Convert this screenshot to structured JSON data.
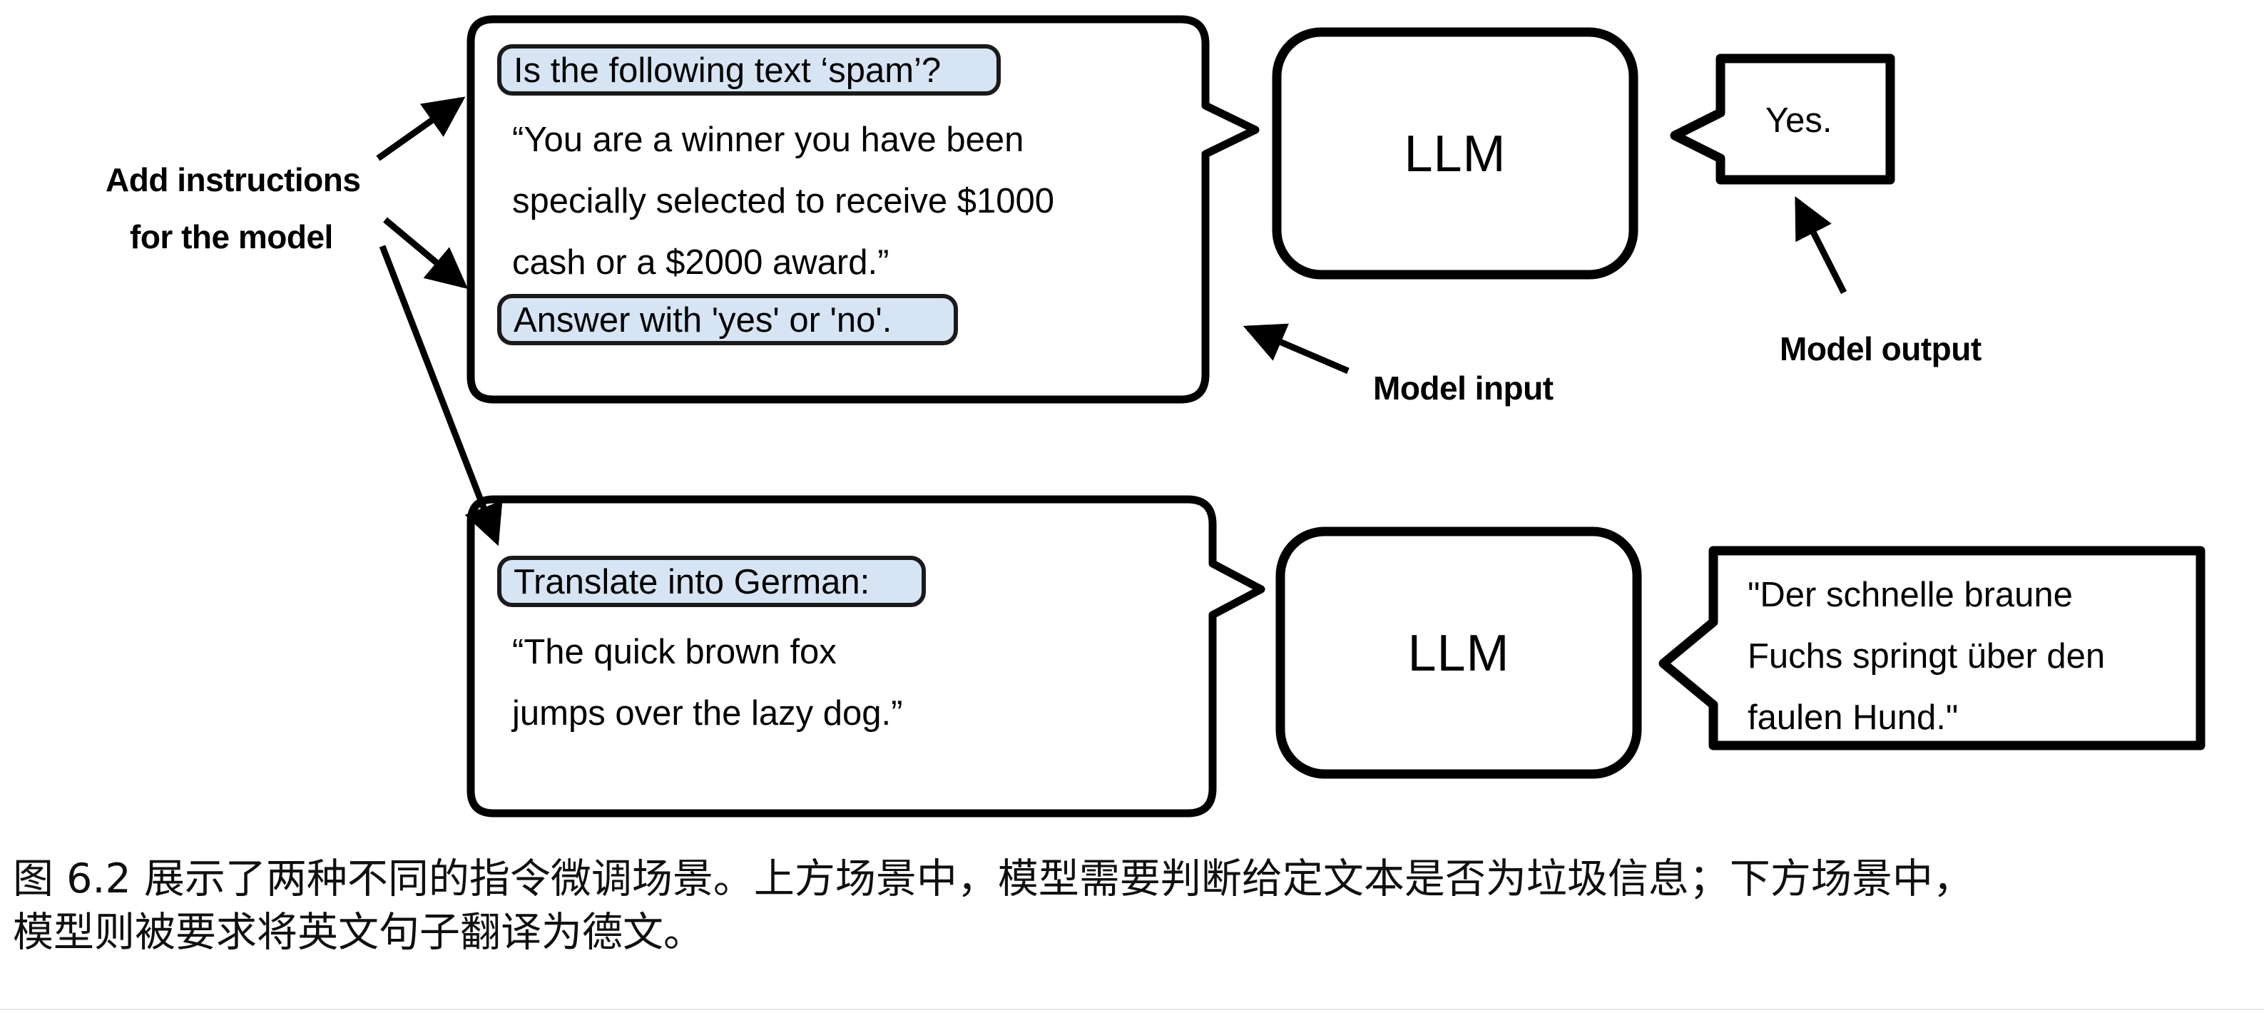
{
  "figure": {
    "annotations": {
      "add_instructions_line1": "Add instructions",
      "add_instructions_line2": "for the model",
      "model_input": "Model input",
      "model_output": "Model output"
    },
    "examples": [
      {
        "id": "spam-classification",
        "input": {
          "instruction_top": "Is the following text ‘spam’?",
          "content_lines": [
            "“You are a winner you have been",
            "specially selected to receive $1000",
            "cash or a $2000 award.”"
          ],
          "instruction_bottom": "Answer with 'yes' or 'no'."
        },
        "model_label": "LLM",
        "output_lines": [
          "Yes."
        ]
      },
      {
        "id": "german-translation",
        "input": {
          "instruction_top": "Translate into German:",
          "content_lines": [
            "“The quick brown fox",
            "jumps over the lazy dog.”"
          ],
          "instruction_bottom": null
        },
        "model_label": "LLM",
        "output_lines": [
          "\"Der schnelle braune",
          "Fuchs springt über den",
          "faulen Hund.\""
        ]
      }
    ],
    "colors": {
      "instruction_pill_fill": "#d6e4f3",
      "stroke": "#000000",
      "background": "#ffffff"
    }
  },
  "caption": {
    "line1": "图 6.2 展示了两种不同的指令微调场景。上方场景中，模型需要判断给定文本是否为垃圾信息；下方场景中，",
    "line2": "模型则被要求将英文句子翻译为德文。"
  }
}
